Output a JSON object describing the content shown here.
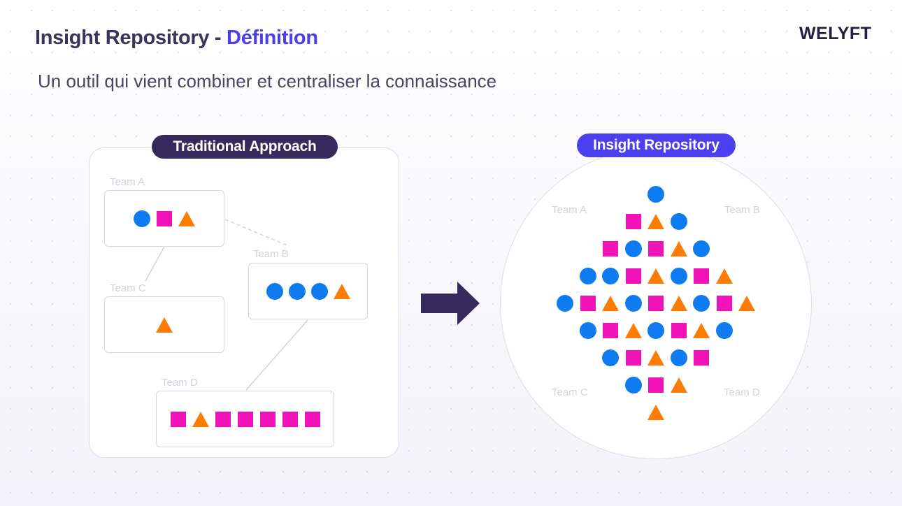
{
  "header": {
    "title_main": "Insight Repository - ",
    "title_accent": "Définition",
    "logo_text": "WELYFT",
    "subtitle": "Un outil qui vient combiner et centraliser la connaissance"
  },
  "colors": {
    "title": "#3b3358",
    "accent": "#4b3fe8",
    "pill_traditional": "#352a5b",
    "pill_repository": "#4c3ff0",
    "arrow": "#352a5b",
    "circle_shape": "#0f7bf0",
    "square_shape": "#f013b8",
    "triangle_shape": "#fc7c04"
  },
  "traditional": {
    "label": "Traditional Approach",
    "teams": [
      {
        "name": "Team A",
        "shapes": [
          "circle",
          "square",
          "triangle"
        ]
      },
      {
        "name": "Team B",
        "shapes": [
          "circle",
          "circle",
          "circle",
          "triangle"
        ]
      },
      {
        "name": "Team C",
        "shapes": [
          "triangle"
        ]
      },
      {
        "name": "Team D",
        "shapes": [
          "square",
          "triangle",
          "square",
          "square",
          "square",
          "square",
          "square"
        ]
      }
    ]
  },
  "transition": {
    "icon": "right-arrow-icon"
  },
  "repository": {
    "label": "Insight Repository",
    "team_labels": [
      "Team A",
      "Team B",
      "Team C",
      "Team D"
    ],
    "rows": [
      [
        "circle"
      ],
      [
        "square",
        "triangle",
        "circle"
      ],
      [
        "square",
        "circle",
        "square",
        "triangle",
        "circle"
      ],
      [
        "circle",
        "circle",
        "square",
        "triangle",
        "circle",
        "square",
        "triangle"
      ],
      [
        "circle",
        "square",
        "triangle",
        "circle",
        "square",
        "triangle",
        "circle",
        "square",
        "triangle"
      ],
      [
        "circle",
        "square",
        "triangle",
        "circle",
        "square",
        "triangle",
        "circle"
      ],
      [
        "circle",
        "square",
        "triangle",
        "circle",
        "square"
      ],
      [
        "circle",
        "square",
        "triangle"
      ],
      [
        "triangle"
      ]
    ]
  }
}
